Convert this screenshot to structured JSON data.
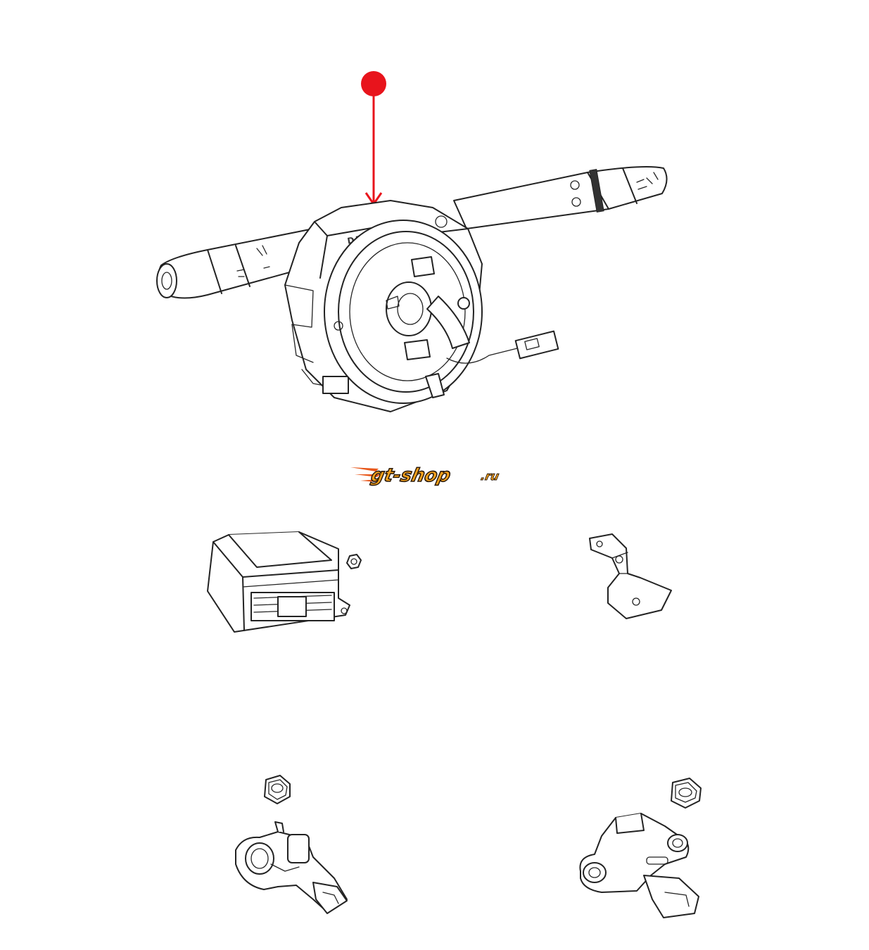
{
  "diagram": {
    "callout": {
      "color": "#e8141c"
    },
    "switch_assembly": {
      "brand_marking": "DELPHI"
    },
    "watermark": {
      "text_main": "gt-shop",
      "text_suffix": ".ru",
      "fill_color": "#f7a21b",
      "outline_color": "#2a1a0a",
      "streak_color": "#e8581c"
    }
  }
}
